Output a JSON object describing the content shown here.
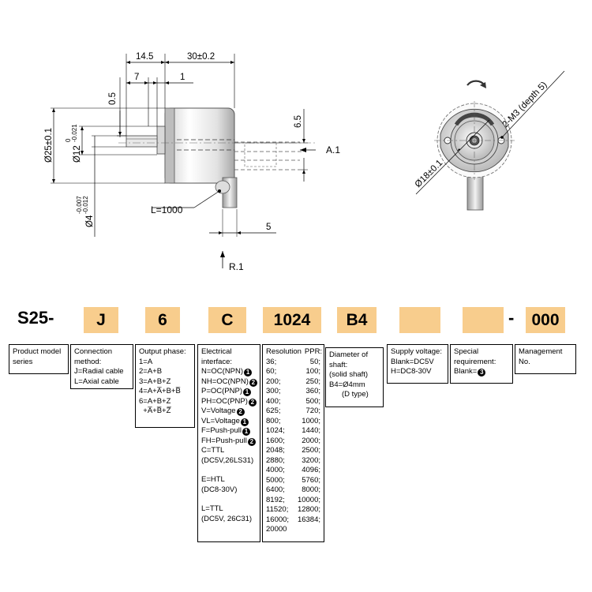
{
  "drawing": {
    "dim_14_5": "14.5",
    "dim_30": "30±0.2",
    "dim_7": "7",
    "dim_1": "1",
    "dim_0_5": "0.5",
    "dim_6_5": "6.5",
    "dim_5": "5",
    "dim_d25": "Ø25±0.1",
    "dim_d12": "Ø12",
    "dim_d12_tol_upper": "0",
    "dim_d12_tol_lower": "-0.021",
    "dim_d4": "Ø4",
    "dim_d4_tol_upper": "-0.007",
    "dim_d4_tol_lower": "-0.012",
    "cable_length": "L=1000",
    "label_a1": "A.1",
    "label_r1": "R.1",
    "dim_d18": "Ø18±0.1",
    "thread_note": "2-M3 (depth 5)"
  },
  "code": {
    "prefix": "S25-",
    "boxes": [
      "J",
      "6",
      "C",
      "1024",
      "B4",
      "",
      ""
    ],
    "dash": "-",
    "management": "000"
  },
  "info": {
    "product": [
      "Product model",
      "series"
    ],
    "connection": [
      "Connection",
      "method:",
      "J=Radial cable",
      "L=Axial cable"
    ],
    "output_phase": {
      "title": "Output phase:",
      "rows": [
        "1=A",
        "2=A+B",
        "3=A+B+Z",
        "4=A+A̅+B+B̅",
        "6=A+B+Z",
        "  +A̅+B̅+Z̅"
      ]
    },
    "electrical": {
      "title_1": "Electrical",
      "title_2": "interface:",
      "rows": [
        {
          "text": "N=OC(NPN)",
          "badge": "1"
        },
        {
          "text": "NH=OC(NPN)",
          "badge": "2"
        },
        {
          "text": "P=OC(PNP)",
          "badge": "1"
        },
        {
          "text": "PH=OC(PNP)",
          "badge": "2"
        },
        {
          "text": "V=Voltage",
          "badge": "2"
        },
        {
          "text": "VL=Voltage",
          "badge": "1"
        },
        {
          "text": "F=Push-pull",
          "badge": "1"
        },
        {
          "text": "FH=Push-pull",
          "badge": "2"
        }
      ],
      "ttl_1": "C=TTL",
      "ttl_2": "(DC5V,26LS31)",
      "htl_1": "E=HTL",
      "htl_2": "(DC8-30V)",
      "lttl_1": "L=TTL",
      "lttl_2": "(DC5V, 26C31)"
    },
    "resolution": {
      "title": "Resolution",
      "unit": "PPR:",
      "values": [
        "36;",
        "50;",
        "60;",
        "100;",
        "200;",
        "250;",
        "300;",
        "360;",
        "400;",
        "500;",
        "625;",
        "720;",
        "800;",
        "1000;",
        "1024;",
        "1440;",
        "1600;",
        "2000;",
        "2048;",
        "2500;",
        "2880;",
        "3200;",
        "4000;",
        "4096;",
        "5000;",
        "5760;",
        "6400;",
        "8000;",
        "8192;",
        "10000;",
        "11520;",
        "12800;",
        "16000;",
        "16384;",
        "20000",
        ""
      ]
    },
    "shaft": [
      "Diameter of",
      "shaft:",
      "(solid shaft)",
      "B4=Ø4mm",
      "(D type)"
    ],
    "supply": [
      "Supply voltage:",
      "Blank=DC5V",
      "H=DC8-30V"
    ],
    "special": {
      "line1": "Special",
      "line2": "requirement:",
      "line3": "Blank=",
      "badge": "3"
    },
    "management": [
      "Management",
      "No."
    ]
  }
}
